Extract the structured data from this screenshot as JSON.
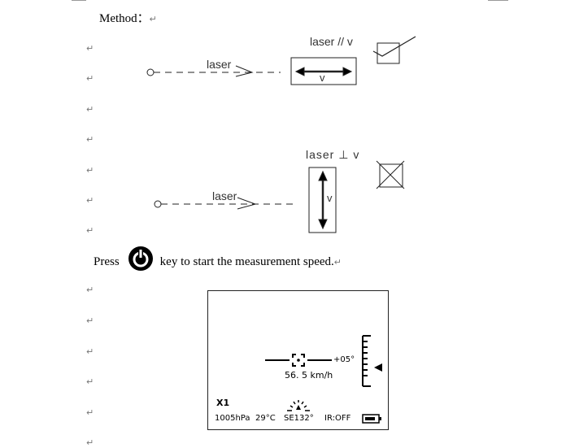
{
  "method_label": "Method：",
  "paragraph_mark": "↵",
  "diagram_parallel": {
    "laser_label": "laser",
    "condition": "laser // v",
    "v_label": "v",
    "result_icon": "checkmark-box-icon"
  },
  "diagram_perpendicular": {
    "laser_label": "laser",
    "condition": "laser ⊥ v",
    "v_label": "v",
    "result_icon": "crossed-box-icon"
  },
  "press_instruction": {
    "before": "Press",
    "after": "key to start the measurement speed.",
    "icon": "power-key-icon"
  },
  "display": {
    "angle": "+05°",
    "speed": "56. 5 km/h",
    "zoom": "X1",
    "pressure": "1005hPa",
    "temperature": "29°C",
    "heading": "SE132°",
    "ir_status": "IR:OFF",
    "battery_icon": "battery-icon"
  }
}
